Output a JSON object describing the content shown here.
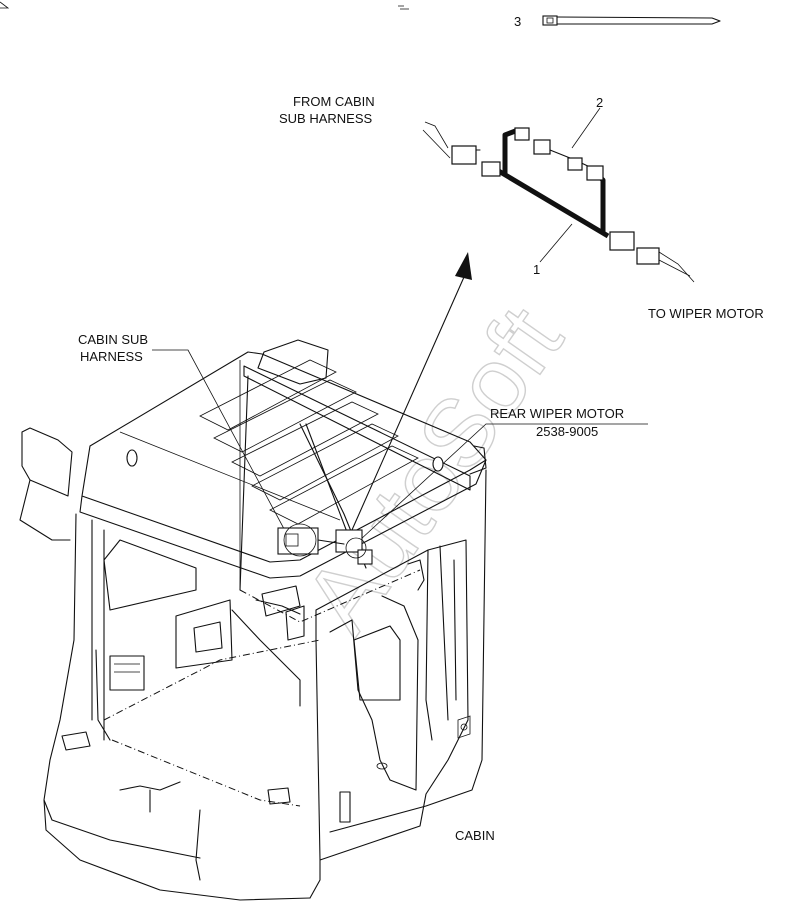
{
  "watermark": "AutoSoft",
  "labels": {
    "item3": "3",
    "from_cabin_line1": "FROM CABIN",
    "from_cabin_line2": "SUB HARNESS",
    "item2": "2",
    "item1": "1",
    "to_wiper_motor": "TO WIPER MOTOR",
    "cabin_sub_line1": "CABIN SUB",
    "cabin_sub_line2": "HARNESS",
    "rear_wiper_line1": "REAR WIPER MOTOR",
    "rear_wiper_line2": "2538-9005",
    "cabin": "CABIN"
  }
}
